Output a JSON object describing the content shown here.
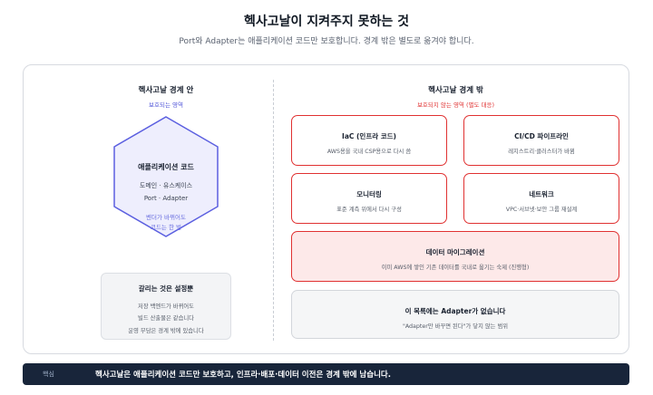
{
  "header": {
    "title": "헥사고날이 지켜주지 못하는 것",
    "subtitle": "Port와 Adapter는 애플리케이션 코드만 보호합니다. 경계 밖은 별도로 옮겨야 합니다."
  },
  "left": {
    "heading": "헥사고날 경계 안",
    "subheading": "보호되는 영역",
    "hexagon": {
      "title": "애플리케이션 코드",
      "line1": "도메인 · 유스케이스",
      "line2": "Port · Adapter",
      "note1": "벤더가 바뀌어도",
      "note2": "코드는 한 벌"
    },
    "settings": {
      "title": "갈리는 것은 설정뿐",
      "line1": "저장 백엔드가 바뀌어도",
      "line2": "빌드 산출물은 같습니다",
      "line3": "운영 부담은 경계 밖에 있습니다"
    }
  },
  "right": {
    "heading": "헥사고날 경계 밖",
    "subheading": "보호되지 않는 영역 (별도 대응)",
    "cards": [
      {
        "title": "IaC (인프라 코드)",
        "desc": "AWS용을 국내 CSP용으로 다시 씀"
      },
      {
        "title": "CI/CD 파이프라인",
        "desc": "레지스트리·클러스터가 바뀜"
      },
      {
        "title": "모니터링",
        "desc": "표준 계측 위에서 다시 구성"
      },
      {
        "title": "네트워크",
        "desc": "VPC·서브넷·보안 그룹 재설계"
      }
    ],
    "migration": {
      "title": "데이터 마이그레이션",
      "desc": "이미 AWS에 쌓인 기존 데이터를 국내로 옮기는 숙제 (진행형)"
    },
    "no_adapter": {
      "title": "이 목록에는 Adapter가 없습니다",
      "desc": "\"Adapter만 바꾸면 된다\"가 닿지 않는 범위"
    }
  },
  "footer": {
    "label": "핵심",
    "message": "헥사고날은 애플리케이션 코드만 보호하고, 인프라·배포·데이터 이전은 경계 밖에 남습니다."
  },
  "colors": {
    "protected": "#5b5fe0",
    "unprotected": "#e03131",
    "footer_bg": "#18253a"
  }
}
